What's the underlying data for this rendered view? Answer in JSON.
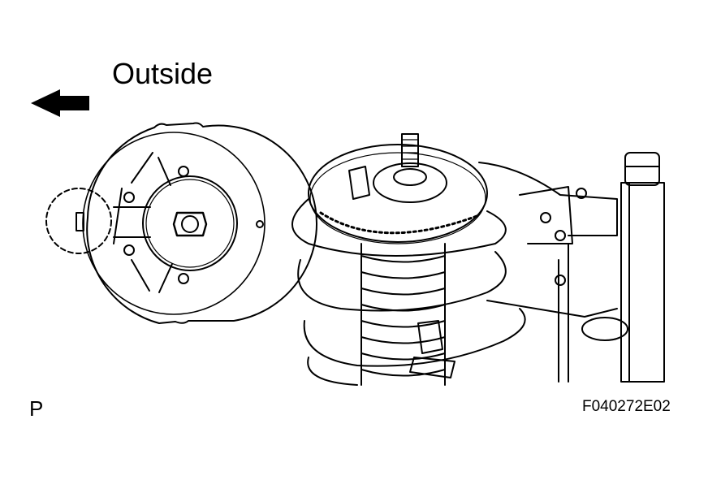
{
  "diagram": {
    "direction_label": "Outside",
    "corner_mark": "P",
    "figure_code": "F040272E02",
    "colors": {
      "ink": "#000000",
      "paper": "#ffffff"
    }
  }
}
